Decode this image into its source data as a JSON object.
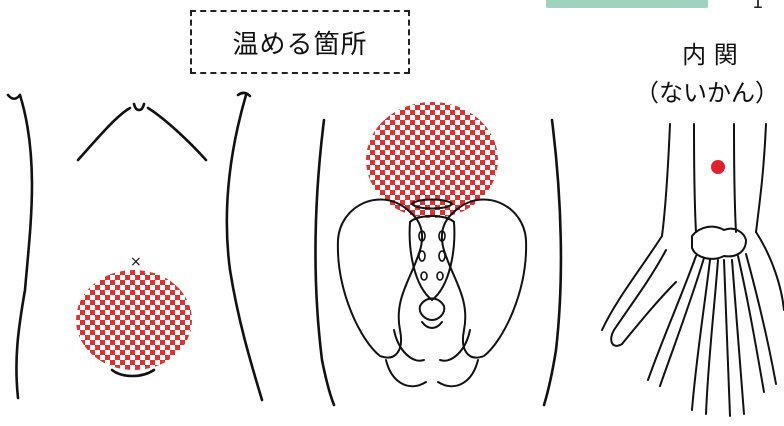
{
  "heat_area_label": "温める箇所",
  "acupoint": {
    "name": "内 関",
    "reading": "（ないかん）"
  },
  "edge_fragment": "1",
  "colors": {
    "checker_red": "#e03030",
    "point_red": "#e0202c",
    "teal_tab": "#9fd3c0",
    "line": "#111111"
  },
  "figures": [
    {
      "id": "abdomen",
      "subject": "lower abdomen front view"
    },
    {
      "id": "back-pelvis",
      "subject": "lower back and pelvis rear view"
    },
    {
      "id": "wrist-hand",
      "subject": "inner wrist and hand"
    }
  ]
}
